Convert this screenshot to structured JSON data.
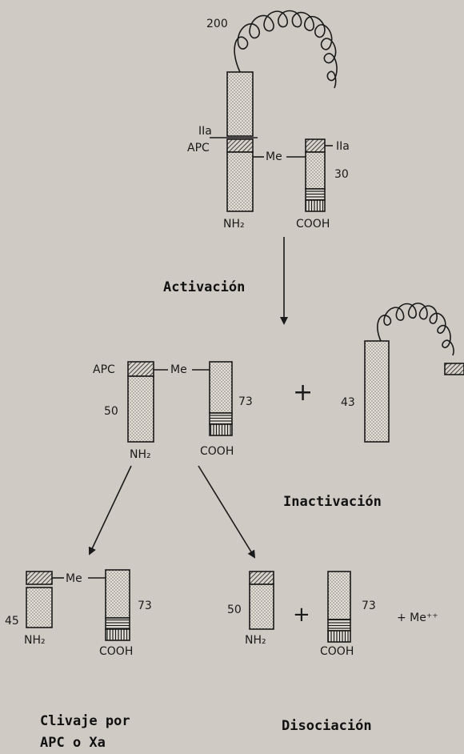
{
  "diagram": {
    "top": {
      "coil_label": "200",
      "apc_label": "APC",
      "iia_left": "IIa",
      "me_label": "Me",
      "iia_right": "IIa",
      "light_chain_label": "30",
      "nh2_label": "NH₂",
      "cooh_label": "COOH"
    },
    "activation": {
      "title": "Activación"
    },
    "middle": {
      "apc_label": "APC",
      "me_label": "Me",
      "heavy_label": "50",
      "light_label": "73",
      "nh2_label": "NH₂",
      "cooh_label": "COOH",
      "plus": "+",
      "fragment_label": "43"
    },
    "inactivation": {
      "title": "Inactivación"
    },
    "bottom_left": {
      "me_label": "Me",
      "light_label": "73",
      "fragment_label": "45",
      "nh2_label": "NH₂",
      "cooh_label": "COOH",
      "caption_line1": "Clivaje por",
      "caption_line2": "APC o Xa"
    },
    "bottom_right": {
      "heavy_label": "50",
      "plus1": "+",
      "light_label": "73",
      "plus_me": "+ Me⁺⁺",
      "nh2_label": "NH₂",
      "cooh_label": "COOH",
      "caption": "Disociación"
    }
  }
}
